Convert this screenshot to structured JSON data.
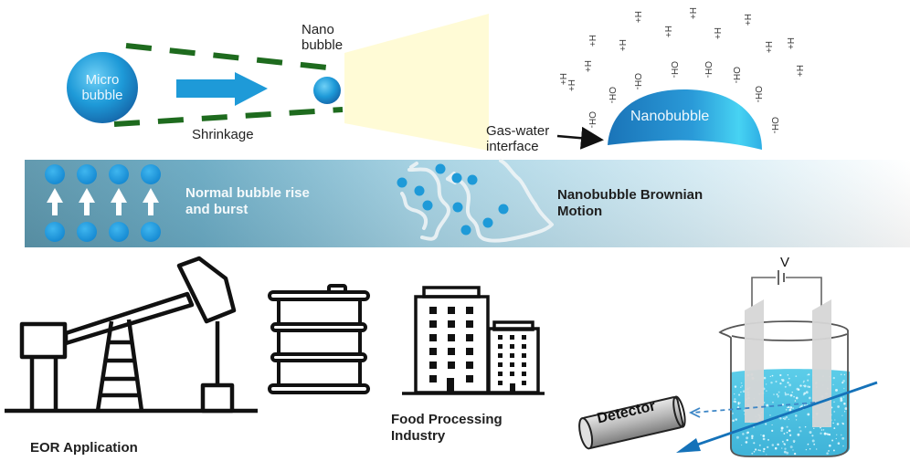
{
  "formation": {
    "micro_bubble_label": "Micro\nbubble",
    "micro_line1": "Micro",
    "micro_line2": "bubble",
    "nano_line1": "Nano",
    "nano_line2": "bubble",
    "shrinkage_label": "Shrinkage"
  },
  "interface": {
    "nanobubble_label": "Nanobubble",
    "gas_water_line1": "Gas-water",
    "gas_water_line2": "interface",
    "cation_label": "H+",
    "anion_label": "OH-"
  },
  "behavior_band": {
    "normal_line1": "Normal bubble rise",
    "normal_line2": "and burst",
    "brownian_line1": "Nanobubble Brownian",
    "brownian_line2": "Motion"
  },
  "applications": {
    "eor_label": "EOR Application",
    "food_line1": "Food Processing",
    "food_line2": "Industry",
    "voltage_label": "V",
    "detector_label": "Detector"
  },
  "colors": {
    "bubble_blue": "#1e9ad8",
    "dash_green": "#1e6b1e",
    "highlight_yellow": "#fffbd6",
    "band_dark": "#5f9cb1",
    "water_cyan": "#4cc3e3"
  }
}
